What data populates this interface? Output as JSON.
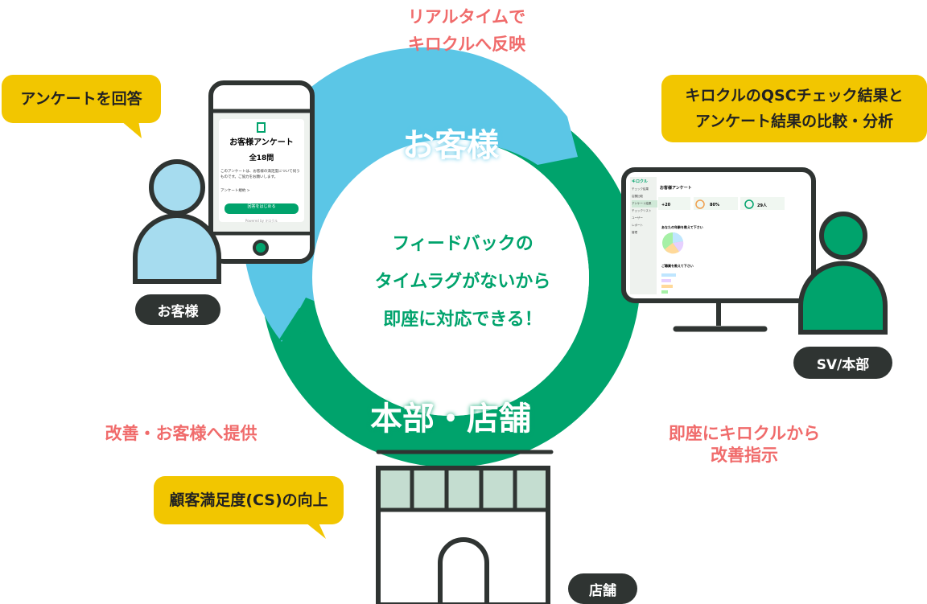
{
  "colors": {
    "blue": "#5bc6e6",
    "green": "#00a36c",
    "pink": "#f06b6b",
    "yellow": "#f2c600",
    "dark": "#2f3432"
  },
  "cycle": {
    "top_label": "お客様",
    "bottom_label": "本部・店舗",
    "center_lines": [
      "フィードバックの",
      "タイムラグがないから",
      "即座に対応できる！"
    ]
  },
  "flow_labels": {
    "realtime": [
      "リアルタイムで",
      "キロクルへ反映"
    ],
    "improve": "改善・お客様へ提供",
    "instruct": [
      "即座にキロクルから",
      "改善指示"
    ]
  },
  "bubbles": {
    "answer": "アンケートを回答",
    "compare": [
      "キロクルのQSCチェック結果と",
      "アンケート結果の比較・分析"
    ],
    "cs": "顧客満足度(CS)の向上"
  },
  "tags": {
    "customer": "お客様",
    "sv": "SV/本部",
    "store": "店舗"
  },
  "phone": {
    "title": "お客様アンケート",
    "count": "全18問",
    "desc": "このアンケートは、お客様の満足度について伺うものです。ご協力をお願いします。",
    "link": "アンケート規約 >",
    "button": "回答をはじめる",
    "footer": "Powered by キロクル"
  },
  "monitor": {
    "logo": "キロクル",
    "page_title": "お客様アンケート",
    "stats": [
      "+20",
      "80%",
      "29人"
    ],
    "nav": [
      "チェック結果",
      "店舗比較",
      "アンケート結果",
      "チェックリスト",
      "ユーザー",
      "レポート",
      "管理"
    ],
    "question1": "あなたの年齢を教えて下さい",
    "question2": "ご職業を教えて下さい"
  }
}
